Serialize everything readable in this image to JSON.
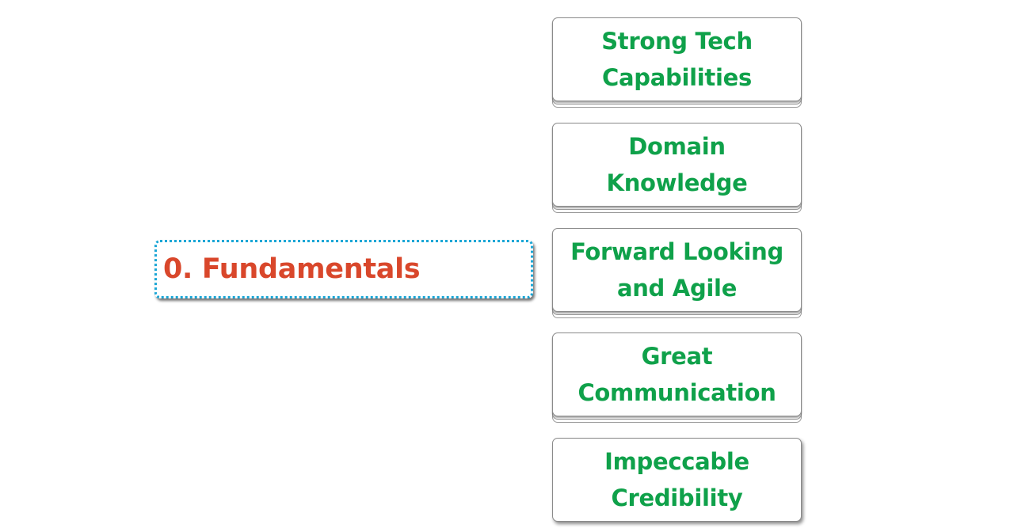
{
  "root": {
    "label": "0. Fundamentals"
  },
  "children": [
    {
      "label": "Strong Tech\nCapabilities"
    },
    {
      "label": "Domain\nKnowledge"
    },
    {
      "label": "Forward Looking\nand Agile"
    },
    {
      "label": "Great\nCommunication"
    },
    {
      "label": "Impeccable\nCredibility"
    }
  ],
  "colors": {
    "root_text": "#d9472b",
    "root_border": "#1aa6d6",
    "child_text": "#0fa14a",
    "child_border": "#8a8a8a"
  }
}
